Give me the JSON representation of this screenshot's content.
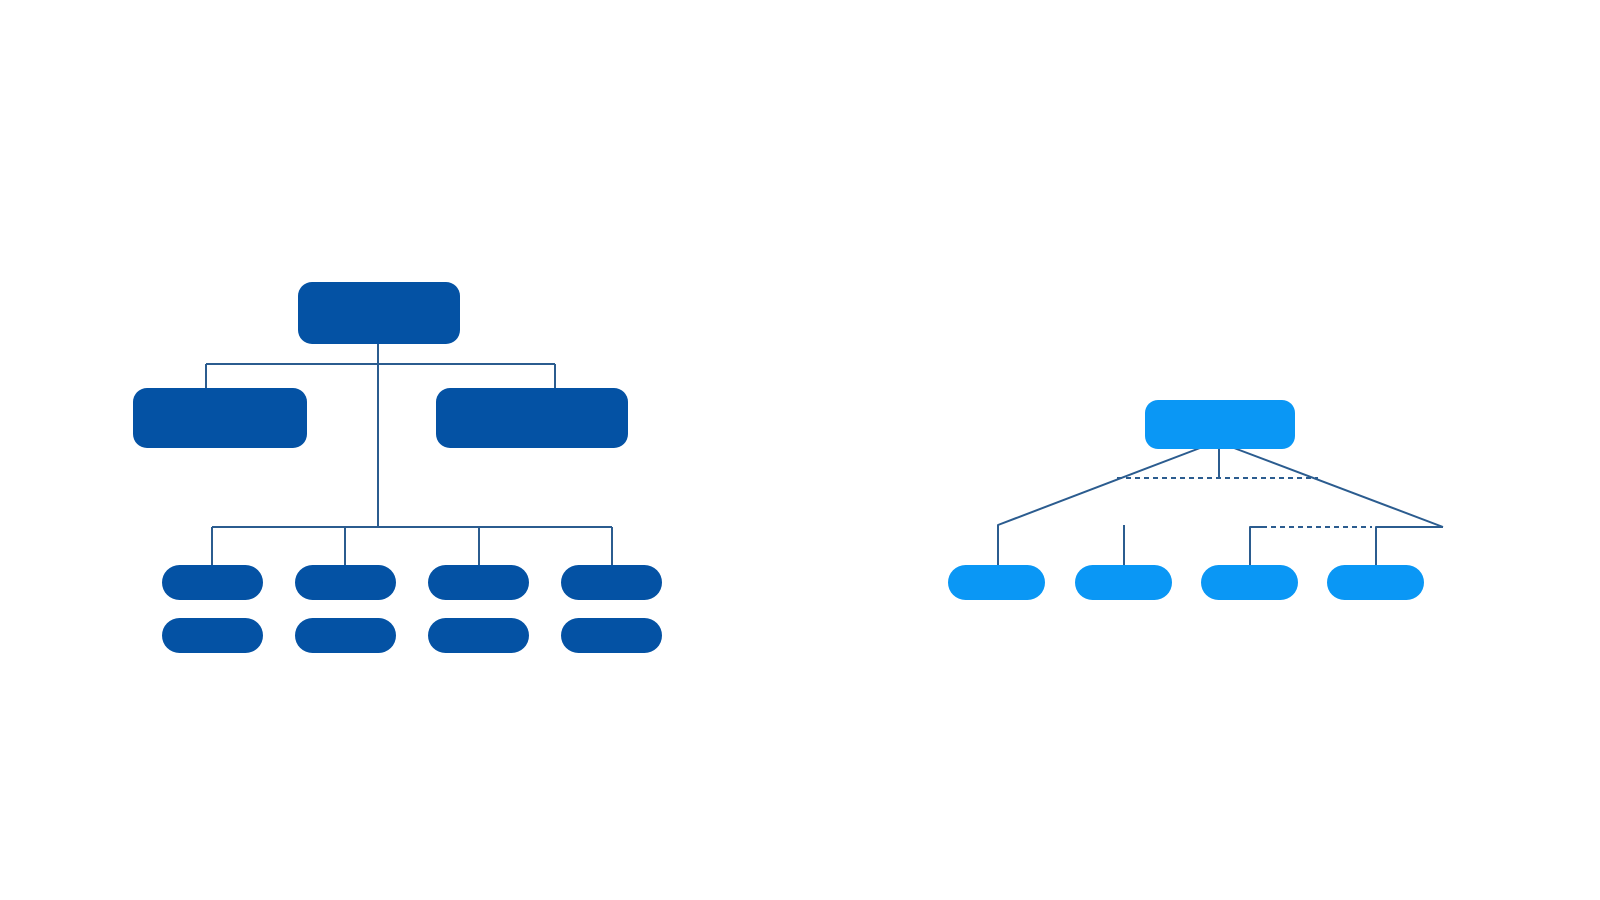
{
  "colors": {
    "background": "#ffffff",
    "hierarchy_node": "#0452A4",
    "hierarchy_line": "#2B5C8F",
    "network_node": "#0A97F5",
    "network_line": "#2B5C8F"
  },
  "diagrams": [
    {
      "id": "hierarchy",
      "description_free": true,
      "levels": [
        1,
        2,
        8
      ],
      "node_color_key": "hierarchy_node",
      "line_color_key": "hierarchy_line"
    },
    {
      "id": "network",
      "levels": [
        1,
        4
      ],
      "dashed_links": true,
      "node_color_key": "network_node",
      "line_color_key": "network_line"
    }
  ]
}
